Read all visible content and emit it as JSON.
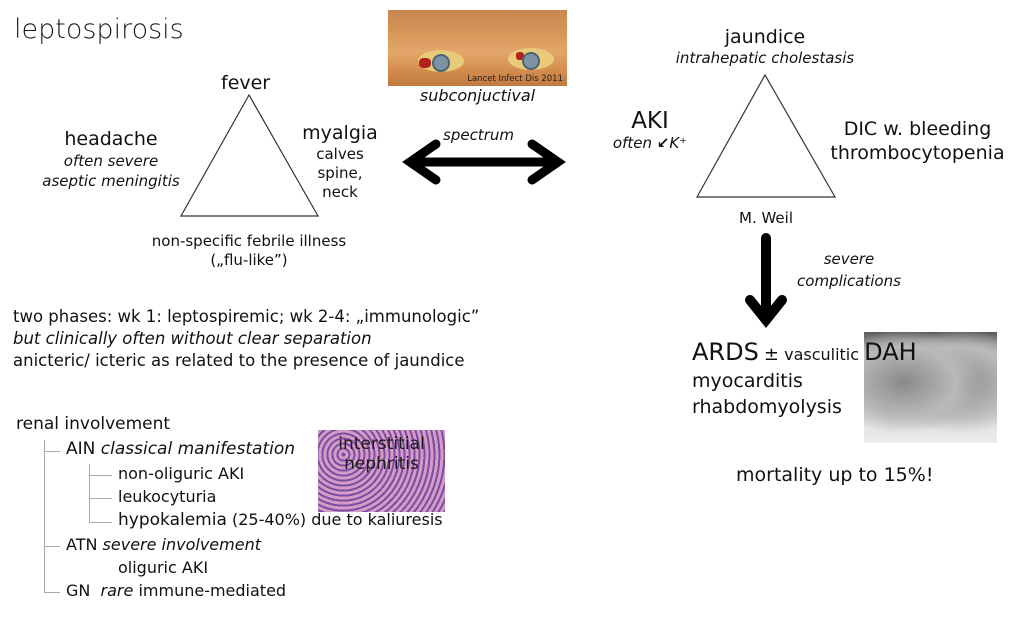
{
  "title": "leptospirosis",
  "left_triangle": {
    "top": "fever",
    "left": {
      "heading": "headache",
      "lines": [
        "often severe",
        "aseptic meningitis"
      ]
    },
    "right": {
      "heading": "myalgia",
      "lines": [
        "calves",
        "spine,",
        "neck"
      ]
    },
    "bottom": [
      "non-specific febrile illness",
      "(„flu-like”)"
    ]
  },
  "eyes_photo": {
    "credit": "Lancet Infect Dis 2011",
    "caption": "subconjuctival"
  },
  "spectrum_arrow": {
    "label": "spectrum"
  },
  "right_triangle": {
    "top": {
      "heading": "jaundice",
      "sub": "intrahepatic cholestasis"
    },
    "left": {
      "heading": "AKI",
      "sub_prefix": "often",
      "sub_arrow": "↙",
      "sub_suffix": "K⁺"
    },
    "right": [
      "DIC w. bleeding",
      "thrombocytopenia"
    ],
    "bottom": "M. Weil"
  },
  "down_arrow": {
    "label_lines": [
      "severe",
      "complications"
    ]
  },
  "complications": {
    "line1": {
      "a": "ARDS",
      "pm": "±",
      "b": "vasculitic",
      "c": "DAH"
    },
    "line2": "myocarditis",
    "line3": "rhabdomyolysis"
  },
  "mortality": "mortality up to 15%!",
  "phases": [
    "two phases: wk 1: leptospiremic; wk 2-4: „immunologic”",
    "but clinically often without clear separation",
    "anicteric/ icteric as related to the presence of jaundice"
  ],
  "histology": {
    "label_lines": [
      "interstitial",
      "nephritis"
    ]
  },
  "renal": {
    "root": "renal involvement",
    "ain": {
      "name": "AIN",
      "qual": "classical manifestation",
      "children": [
        "non-oliguric AKI",
        "leukocyturia"
      ],
      "hypo": {
        "bold": "hypokalemia",
        "rest": "(25-40%) due to kaliuresis"
      }
    },
    "atn": {
      "name": "ATN",
      "qual": "severe involvement",
      "child": "oliguric AKI"
    },
    "gn": {
      "name": "GN",
      "qual": "rare",
      "rest": "immune-mediated"
    }
  }
}
